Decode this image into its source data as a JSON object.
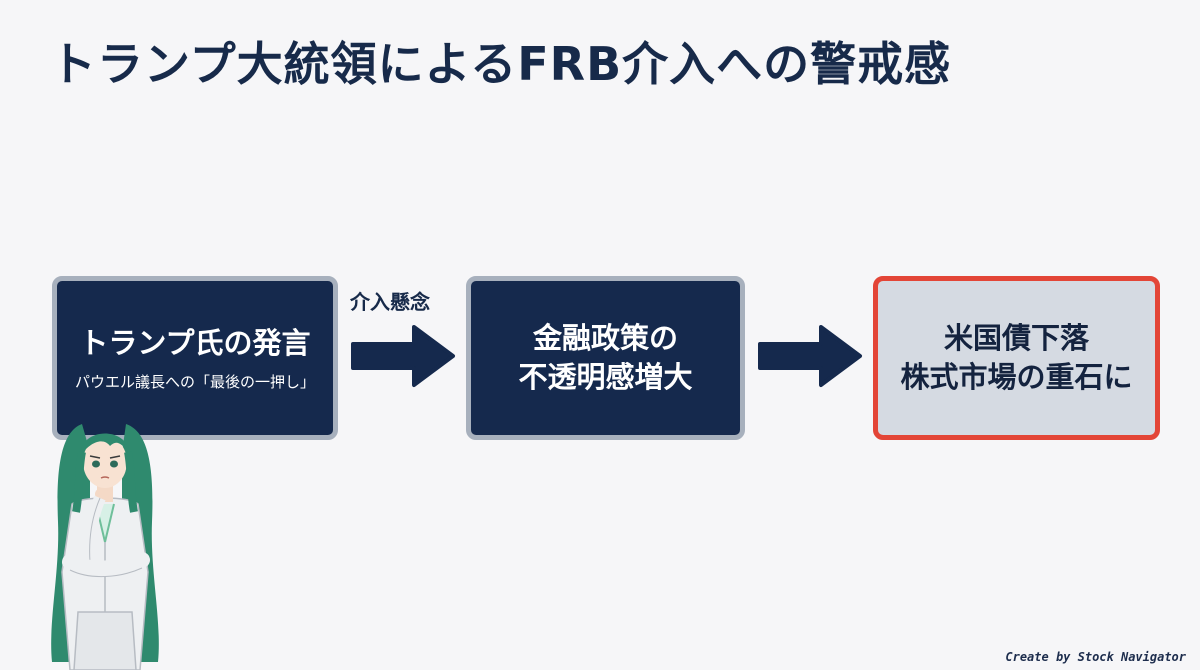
{
  "title": "トランプ大統領によるFRB介入への警戒感",
  "flow": {
    "step1": {
      "main": "トランプ氏の発言",
      "sub": "パウエル議長への「最後の一押し」"
    },
    "arrow1_label": "介入懸念",
    "step2": {
      "main": "金融政策の\n不透明感増大"
    },
    "step3": {
      "main": "米国債下落\n株式市場の重石に"
    }
  },
  "credit": "Create by Stock Navigator",
  "colors": {
    "navy": "#15294d",
    "title": "#172a4a",
    "alert_border": "#e34537",
    "light_box": "#d5dae2",
    "box_border": "#a7b0bd"
  }
}
